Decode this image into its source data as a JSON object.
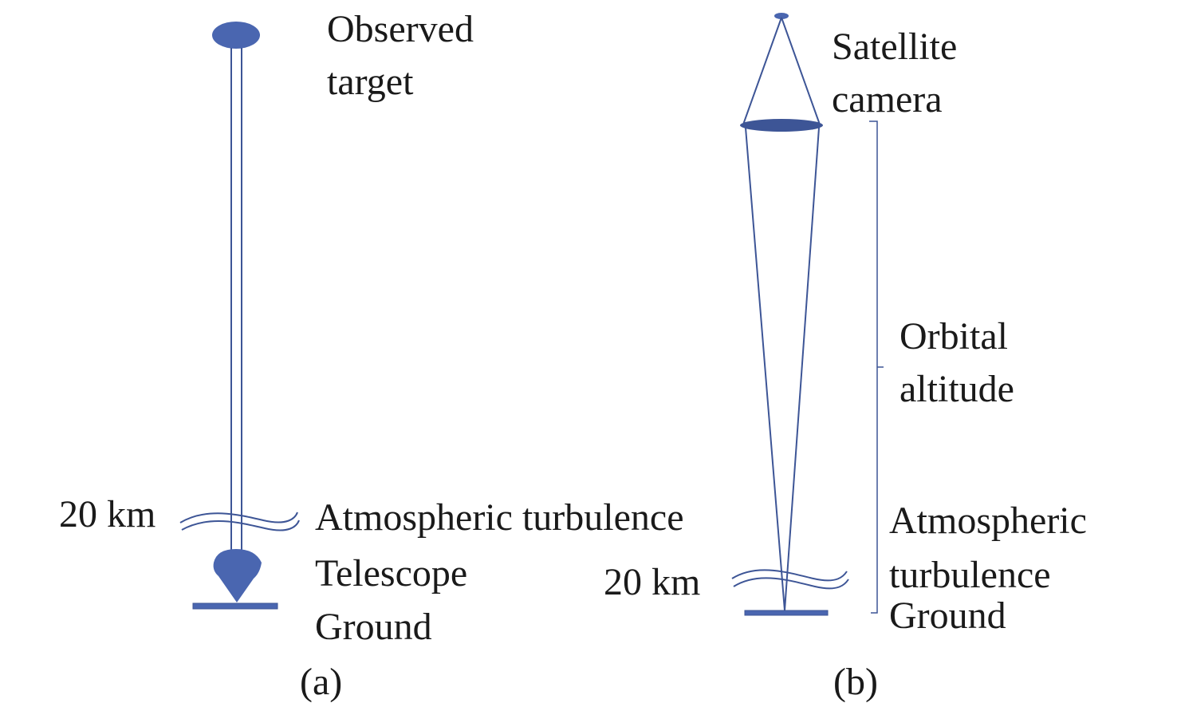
{
  "colors": {
    "shape": "#4a66b0",
    "line": "#3d5596",
    "text": "#1a1a1a"
  },
  "panel_a": {
    "target_label": [
      "Observed",
      "target"
    ],
    "altitude_label": "20 km",
    "turbulence_label": "Atmospheric turbulence",
    "telescope_label": "Telescope",
    "ground_label": "Ground",
    "caption": "(a)"
  },
  "panel_b": {
    "camera_label": [
      "Satellite",
      "camera"
    ],
    "orbit_label": [
      "Orbital",
      "altitude"
    ],
    "altitude_label": "20 km",
    "turbulence_label": [
      "Atmospheric",
      "turbulence"
    ],
    "ground_label": "Ground",
    "caption": "(b)"
  }
}
